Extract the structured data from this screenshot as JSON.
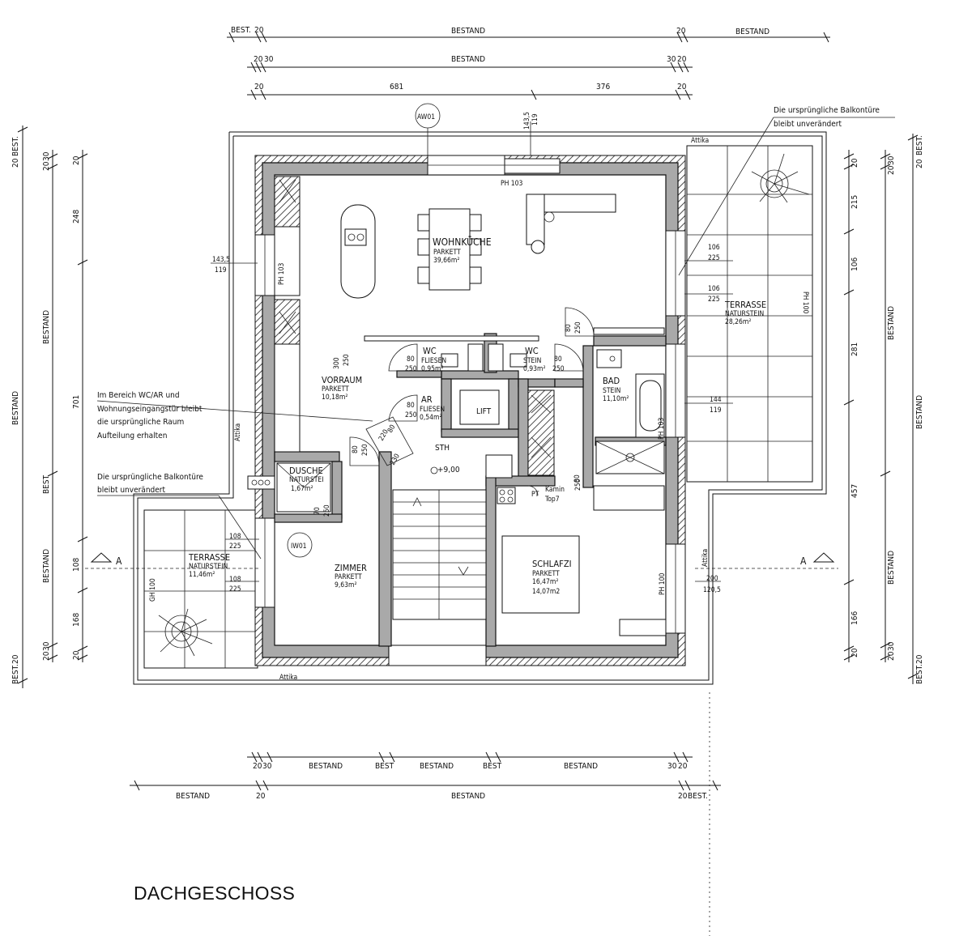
{
  "title": "DACHGESCHOSS",
  "rooms": [
    {
      "name": "WOHNKÜCHE",
      "floor": "PARKETT",
      "area": "39,66m²"
    },
    {
      "name": "TERRASSE",
      "floor": "NATURSTEIN",
      "area": "28,26m²"
    },
    {
      "name": "VORRAUM",
      "floor": "PARKETT",
      "area": "10,18m²"
    },
    {
      "name": "WC",
      "floor": "FLIESEN",
      "area": "0,95m²"
    },
    {
      "name": "WC",
      "floor": "STEIN",
      "area": "0,93m²"
    },
    {
      "name": "AR",
      "floor": "FLIESEN",
      "area": "0,54m²"
    },
    {
      "name": "BAD",
      "floor": "STEIN",
      "area": "11,10m²"
    },
    {
      "name": "DUSCHE",
      "floor": "NATURSTEI",
      "area": "1,67m²"
    },
    {
      "name": "ZIMMER",
      "floor": "PARKETT",
      "area": "9,63m²"
    },
    {
      "name": "SCHLAFZI",
      "floor": "PARKETT",
      "area": "16,47m²",
      "area2": "14,07m2"
    },
    {
      "name": "TERRASSE",
      "floor": "NATURSTEIN",
      "area": "11,46m²"
    }
  ],
  "labels": {
    "lift": "LIFT",
    "sth": "STH",
    "level": "+9,00",
    "aw": "AW01",
    "iw": "IW01",
    "kamin": "Kamin",
    "top": "Top7",
    "pt": "PT",
    "attika_top": "Attika",
    "attika_bottom": "Attika",
    "attika_left": "Attika",
    "attika_right": "Attika",
    "ph103_top": "PH 103",
    "ph103_left": "PH 103",
    "ph103_bad": "PH 103",
    "ph100_right": "PH 100",
    "ph100_left": "PH 100",
    "gh100": "GH 100",
    "section_left": "A",
    "section_right": "A"
  },
  "notes": {
    "balcony_top_1": "Die ursprüngliche Balkontüre",
    "balcony_top_2": "bleibt  unverändert",
    "wc_note_1": "Im Bereich WC/AR und",
    "wc_note_2": "Wohnungseingangstür bleibt",
    "wc_note_3": "die ursprüngliche Raum",
    "wc_note_4": "Aufteilung  erhalten",
    "balcony_left_1": "Die ursprüngliche Balkontüre",
    "balcony_left_2": "bleibt  unverändert"
  },
  "dims": {
    "top1": [
      "BEST.",
      "20",
      "BESTAND",
      "20",
      "BESTAND"
    ],
    "top2": [
      "20",
      "30",
      "BESTAND",
      "30",
      "20"
    ],
    "top3": [
      "20",
      "681",
      "376",
      "20"
    ],
    "bottom1": [
      "20",
      "30",
      "BESTAND",
      "BEST",
      "BESTAND",
      "BEST",
      "BESTAND",
      "30",
      "20"
    ],
    "bottom2": [
      "BESTAND",
      "20",
      "BESTAND",
      "20",
      "BEST."
    ],
    "left_outer": [
      "20",
      "BEST.",
      "BESTAND",
      "BEST.",
      "20"
    ],
    "left_mid": [
      "20",
      "30",
      "BESTAND",
      "BEST",
      "BESTAND",
      "20",
      "30"
    ],
    "left_inner": [
      "20",
      "248",
      "701",
      "108",
      "168",
      "20"
    ],
    "right_inner": [
      "20",
      "215",
      "106",
      "281",
      "457",
      "166",
      "20"
    ],
    "right_mid": [
      "30",
      "20",
      "BESTAND",
      "BESTAND",
      "20",
      "30"
    ],
    "right_outer": [
      "20",
      "BEST.",
      "BESTAND",
      "BEST.",
      "20"
    ],
    "window_top": [
      "143,5",
      "119"
    ],
    "window_left": [
      "143,5",
      "119"
    ],
    "window_terr1": [
      "106",
      "225"
    ],
    "window_terr2": [
      "106",
      "225"
    ],
    "window_bad": [
      "144",
      "119"
    ],
    "window_schlaf": [
      "200",
      "120,5"
    ],
    "window_terr_left1": [
      "108",
      "225"
    ],
    "window_terr_left2": [
      "108",
      "225"
    ],
    "door_wc1": [
      "80",
      "250"
    ],
    "door_wc2": [
      "80",
      "250"
    ],
    "door_ar": [
      "80",
      "250"
    ],
    "door_vorraum": [
      "300",
      "250"
    ],
    "door_zimmer": [
      "80",
      "250"
    ],
    "door_dusche": [
      "70",
      "250"
    ],
    "door_schlaf": [
      "80",
      "250"
    ],
    "door_wohn": [
      "80",
      "250"
    ],
    "door_entry": [
      "80",
      "220"
    ],
    "door_sth": "230"
  }
}
